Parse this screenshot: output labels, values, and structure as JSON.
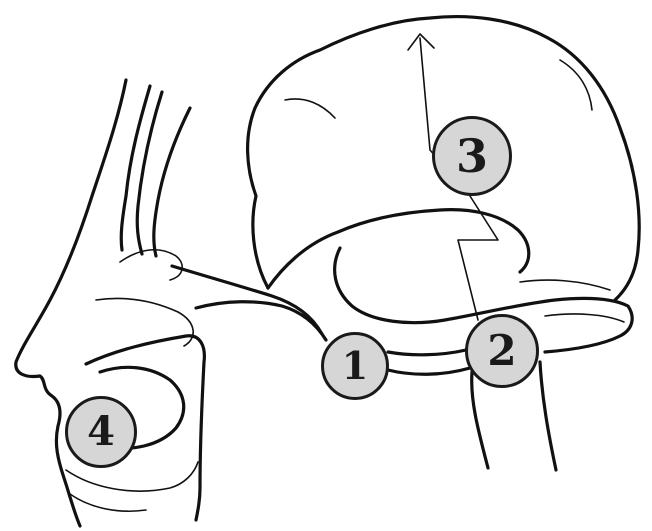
{
  "colors": {
    "line": "#111111",
    "badge_fill": "#d6d6d6",
    "badge_border": "#1a1a1a",
    "background": "#ffffff"
  },
  "badges": [
    {
      "id": "1",
      "label": "1"
    },
    {
      "id": "2",
      "label": "2"
    },
    {
      "id": "3",
      "label": "3"
    },
    {
      "id": "4",
      "label": "4"
    }
  ]
}
